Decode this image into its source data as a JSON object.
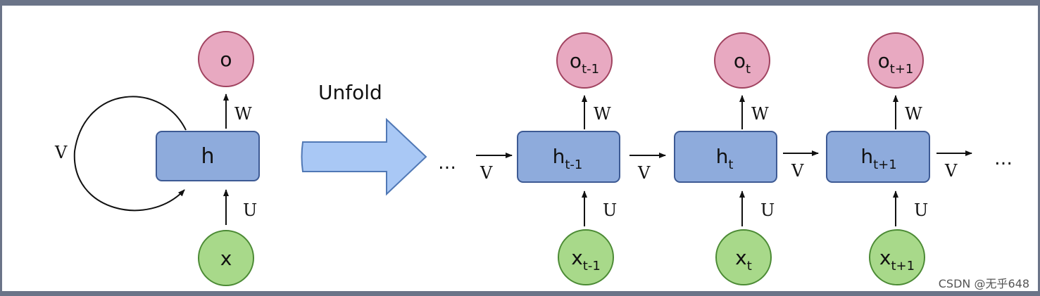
{
  "colors": {
    "frame": "#6b7488",
    "background": "#ffffff",
    "hidden_fill": "#8eabdc",
    "hidden_stroke": "#3d5a94",
    "output_fill": "#e8a9c1",
    "output_stroke": "#a0425f",
    "input_fill": "#a8d98a",
    "input_stroke": "#4b8a34",
    "unfold_arrow_fill": "#a9c8f5",
    "unfold_arrow_stroke": "#5078b5",
    "line": "#111111"
  },
  "folded": {
    "output": {
      "base": "o",
      "sub": ""
    },
    "hidden": {
      "base": "h",
      "sub": ""
    },
    "input": {
      "base": "x",
      "sub": ""
    },
    "w_label": "W",
    "u_label": "U",
    "v_label": "V"
  },
  "unfold_label": "Unfold",
  "unfolded": {
    "steps": [
      {
        "output": {
          "base": "o",
          "sub": "t-1"
        },
        "hidden": {
          "base": "h",
          "sub": "t-1"
        },
        "input": {
          "base": "x",
          "sub": "t-1"
        },
        "w_label": "W",
        "u_label": "U"
      },
      {
        "output": {
          "base": "o",
          "sub": "t"
        },
        "hidden": {
          "base": "h",
          "sub": "t"
        },
        "input": {
          "base": "x",
          "sub": "t"
        },
        "w_label": "W",
        "u_label": "U"
      },
      {
        "output": {
          "base": "o",
          "sub": "t+1"
        },
        "hidden": {
          "base": "h",
          "sub": "t+1"
        },
        "input": {
          "base": "x",
          "sub": "t+1"
        },
        "w_label": "W",
        "u_label": "U"
      }
    ],
    "v_labels": [
      "V",
      "V",
      "V",
      "V"
    ],
    "ellipsis_left": "…",
    "ellipsis_right": "…"
  },
  "watermark": "CSDN @无乎648"
}
